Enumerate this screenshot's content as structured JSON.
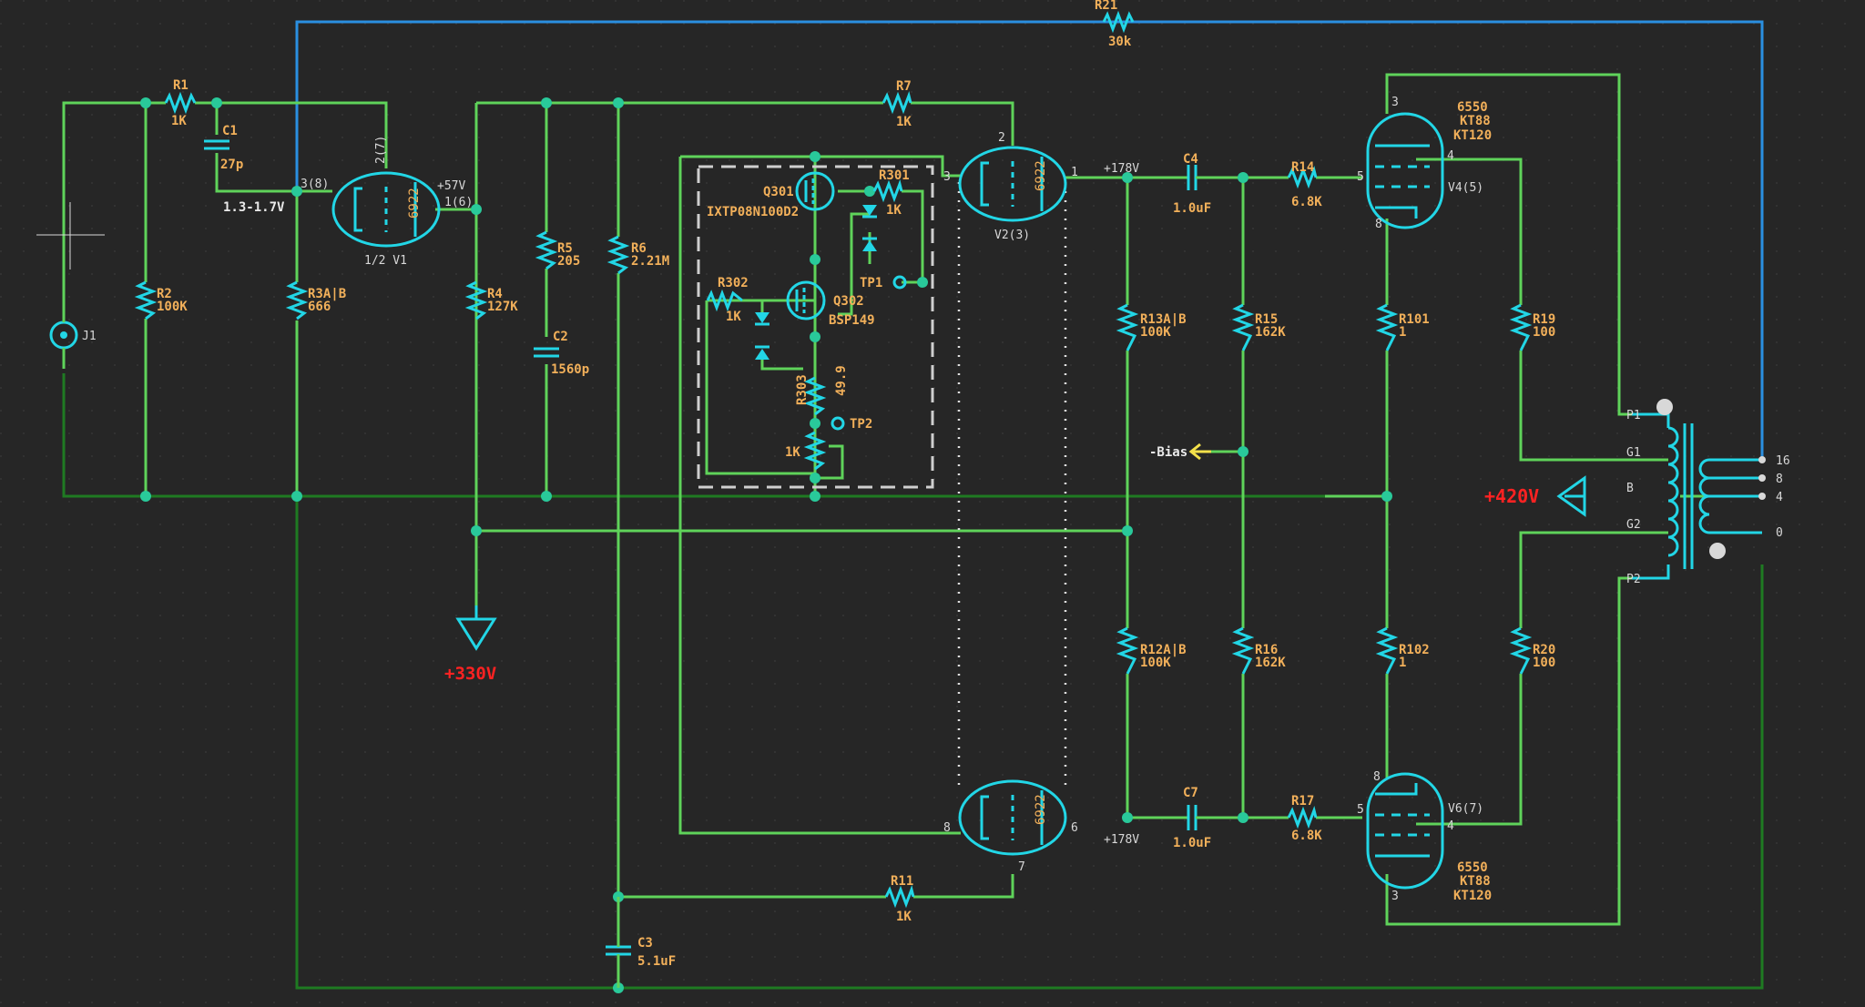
{
  "connector": {
    "j1": "J1"
  },
  "resistors": {
    "r1": {
      "ref": "R1",
      "val": "1K"
    },
    "r2": {
      "ref": "R2",
      "val": "100K"
    },
    "r3": {
      "ref": "R3A|B",
      "val": "666"
    },
    "r4": {
      "ref": "R4",
      "val": "127K"
    },
    "r5": {
      "ref": "R5",
      "val": "205"
    },
    "r6": {
      "ref": "R6",
      "val": "2.21M"
    },
    "r7": {
      "ref": "R7",
      "val": "1K"
    },
    "r11": {
      "ref": "R11",
      "val": "1K"
    },
    "r12": {
      "ref": "R12A|B",
      "val": "100K"
    },
    "r13": {
      "ref": "R13A|B",
      "val": "100K"
    },
    "r14": {
      "ref": "R14",
      "val": "6.8K"
    },
    "r15": {
      "ref": "R15",
      "val": "162K"
    },
    "r16": {
      "ref": "R16",
      "val": "162K"
    },
    "r17": {
      "ref": "R17",
      "val": "6.8K"
    },
    "r19": {
      "ref": "R19",
      "val": "100"
    },
    "r20": {
      "ref": "R20",
      "val": "100"
    },
    "r21": {
      "ref": "R21",
      "val": "30k"
    },
    "r101": {
      "ref": "R101",
      "val": "1"
    },
    "r102": {
      "ref": "R102",
      "val": "1"
    },
    "r301": {
      "ref": "R301",
      "val": "1K"
    },
    "r302": {
      "ref": "R302",
      "val": "1K"
    },
    "r303": {
      "ref": "R303",
      "val": "49.9"
    },
    "pot": {
      "val": "1K"
    }
  },
  "capacitors": {
    "c1": {
      "ref": "C1",
      "val": "27p"
    },
    "c2": {
      "ref": "C2",
      "val": "1560p"
    },
    "c3": {
      "ref": "C3",
      "val": "5.1uF"
    },
    "c4": {
      "ref": "C4",
      "val": "1.0uF"
    },
    "c7": {
      "ref": "C7",
      "val": "1.0uF"
    }
  },
  "tubes": {
    "v1": {
      "type": "6922",
      "name": "1/2 V1",
      "pin_grid": "3(8)",
      "pin_plate": "2(7)",
      "pin_cathode": "1(6)"
    },
    "v2": {
      "type": "6922",
      "name": "V2(3)",
      "pin_grid": "3",
      "pin_plate": "2",
      "pin_cathode": "1"
    },
    "v3": {
      "type": "6922",
      "pin_grid": "8",
      "pin_cathode": "6",
      "pin_plate": "7"
    },
    "v4": {
      "name": "V4(5)",
      "types": [
        "6550",
        "KT88",
        "KT120"
      ],
      "pin_top": "3",
      "pin_g": "5",
      "pin_screen": "4",
      "pin_k": "8"
    },
    "v6": {
      "name": "V6(7)",
      "types": [
        "6550",
        "KT88",
        "KT120"
      ],
      "pin_top": "8",
      "pin_g": "5",
      "pin_screen": "4",
      "pin_k": "3"
    }
  },
  "mosfets": {
    "q301": {
      "ref": "Q301",
      "part": "IXTP08N100D2"
    },
    "q302": {
      "ref": "Q302",
      "part": "BSP149"
    }
  },
  "testpoints": {
    "tp1": "TP1",
    "tp2": "TP2"
  },
  "voltages": {
    "v_input_grid": "1.3-1.7V",
    "v_57": "+57V",
    "v_178_top": "+178V",
    "v_178_bottom": "+178V",
    "b330": "+330V",
    "b420": "+420V",
    "bias": "-Bias"
  },
  "transformer": {
    "p1": "P1",
    "g1": "G1",
    "b": "B",
    "g2": "G2",
    "p2": "P2",
    "taps": [
      "16",
      "8",
      "4",
      "0"
    ]
  },
  "colors": {
    "background": "#262626",
    "wire": "#5fd35a",
    "ground": "#1f7a22",
    "feedback": "#2a8fe0",
    "component": "#22d6e6",
    "label": "#f2b05a",
    "rail": "#ff2222"
  }
}
